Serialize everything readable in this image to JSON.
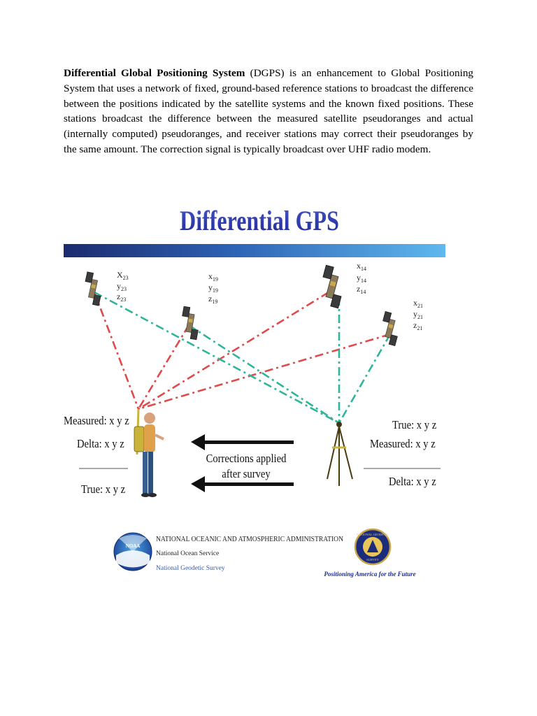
{
  "document": {
    "intro_term": "Differential Global Positioning System",
    "intro_rest": " (DGPS) is an enhancement to Global Positioning System that uses a network of fixed, ground-based reference stations to broadcast the difference between the positions indicated by the satellite systems and the known fixed positions. These stations broadcast the difference between the measured satellite pseudoranges and actual (internally computed) pseudoranges, and receiver stations may correct their pseudoranges by the same amount. The correction signal is typically broadcast over UHF radio modem."
  },
  "figure": {
    "title": "Differential GPS",
    "satellites": [
      {
        "x": "X",
        "x_sub": "23",
        "y": "y",
        "y_sub": "23",
        "z": "z",
        "z_sub": "23"
      },
      {
        "x": "x",
        "x_sub": "19",
        "y": "y",
        "y_sub": "19",
        "z": "z",
        "z_sub": "19"
      },
      {
        "x": "x",
        "x_sub": "14",
        "y": "y",
        "y_sub": "14",
        "z": "z",
        "z_sub": "14"
      },
      {
        "x": "x",
        "x_sub": "21",
        "y": "y",
        "y_sub": "21",
        "z": "z",
        "z_sub": "21"
      }
    ],
    "rover": {
      "measured": "Measured: x y z",
      "delta": "Delta: x y z",
      "true": "True: x y z"
    },
    "base": {
      "true": "True: x y z",
      "measured": "Measured: x y z",
      "delta": "Delta: x y z"
    },
    "corrections_line1": "Corrections applied",
    "corrections_line2": "after survey",
    "noaa_logo_text": "NOAA",
    "agency_name": "NATIONAL OCEANIC AND ATMOSPHERIC ADMINISTRATION",
    "agency_service": "National Ocean Service",
    "agency_survey": "National Geodetic Survey",
    "ngs_seal_top": "NATIONAL GEODETIC",
    "ngs_seal_bottom": "SURVEY",
    "ngs_tagline": "Positioning America for the Future",
    "colors": {
      "title_blue": "#2b37a8",
      "bar_dark": "#1c2a6e",
      "bar_light": "#5fb8ee",
      "red_line": "#e04a4a",
      "green_line": "#2fb59a"
    }
  }
}
